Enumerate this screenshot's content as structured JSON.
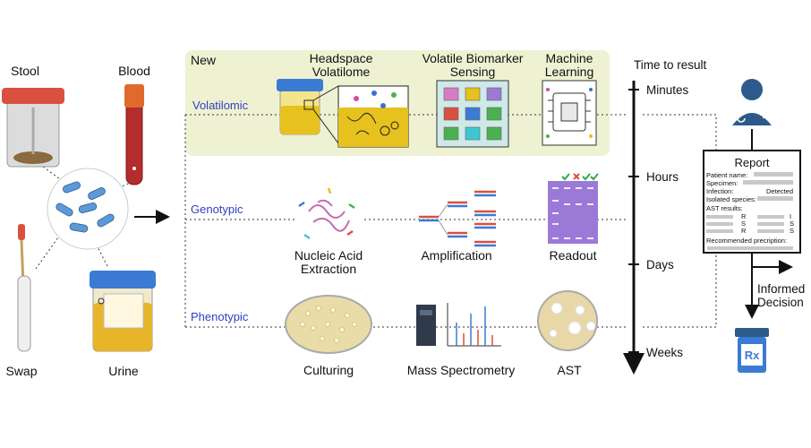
{
  "samples": {
    "stool": "Stool",
    "blood": "Blood",
    "swap": "Swap",
    "urine": "Urine"
  },
  "volatilomic": {
    "badge": "New",
    "row_label": "Volatilomic",
    "step1": "Headspace\nVolatilome",
    "step2": "Volatile Biomarker\nSensing",
    "step3": "Machine\nLearning"
  },
  "genotypic": {
    "row_label": "Genotypic",
    "step1": "Nucleic Acid\nExtraction",
    "step2": "Amplification",
    "step3": "Readout"
  },
  "phenotypic": {
    "row_label": "Phenotypic",
    "step1": "Culturing",
    "step2": "Mass Spectrometry",
    "step3": "AST"
  },
  "timeline": {
    "title": "Time to result",
    "ticks": [
      "Minutes",
      "Hours",
      "Days",
      "Weeks"
    ]
  },
  "report": {
    "title": "Report",
    "fields": {
      "patient_name": "Patient name:",
      "specimen": "Specimen:",
      "infection": "Infection:",
      "infection_value": "Detected",
      "isolated_species": "Isolated species:",
      "ast_results": "AST results:",
      "recommended": "Recommended precription:"
    },
    "ast_rows": [
      {
        "left": "R",
        "right": "I"
      },
      {
        "left": "S",
        "right": "S"
      },
      {
        "left": "R",
        "right": "S"
      }
    ]
  },
  "outcome": {
    "decision": "Informed\nDecision",
    "rx": "Rx"
  },
  "colors": {
    "volatilomic_bg": "#eef2d2",
    "row_label": "#2f3fc0",
    "container_blue": "#3b7bd4",
    "lid_red": "#d9503f",
    "bacteria": "#5c9ad6",
    "agar": "#e7d9a8",
    "gel": "#9a7ad6"
  }
}
